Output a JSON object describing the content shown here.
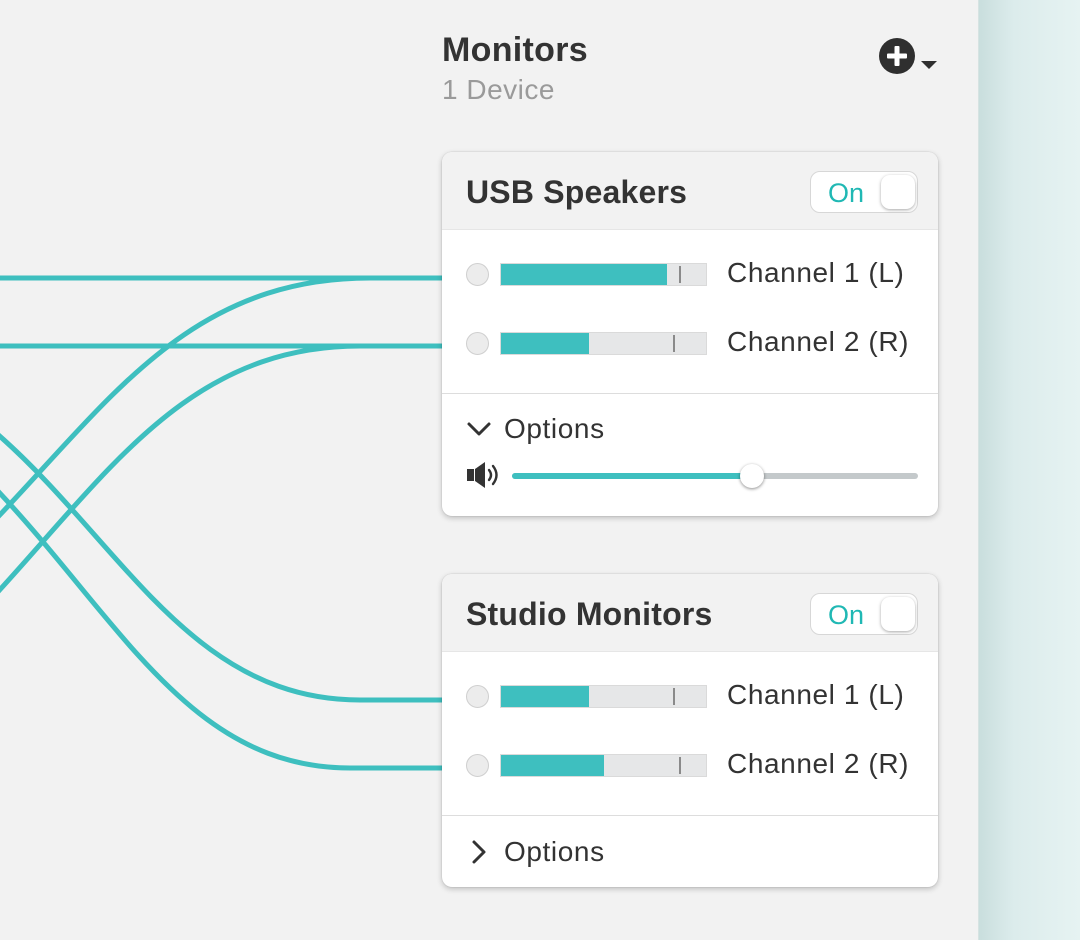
{
  "section": {
    "title": "Monitors",
    "subtitle": "1 Device"
  },
  "accent_color": "#3ebfbf",
  "toggle_on_color": "#20b8b4",
  "icons": {
    "add": "plus-circle-icon",
    "add_menu": "caret-down-icon",
    "speaker": "speaker-volume-icon",
    "expand": "chevron-icon"
  },
  "devices": [
    {
      "name": "USB Speakers",
      "toggle_label": "On",
      "channels": [
        {
          "label": "Channel 1 (L)",
          "level_pct": 81,
          "peak_pct": 87
        },
        {
          "label": "Channel 2 (R)",
          "level_pct": 43,
          "peak_pct": 84
        }
      ],
      "options_label": "Options",
      "options_expanded": true,
      "volume_pct": 59
    },
    {
      "name": "Studio Monitors",
      "toggle_label": "On",
      "channels": [
        {
          "label": "Channel 1 (L)",
          "level_pct": 43,
          "peak_pct": 84
        },
        {
          "label": "Channel 2 (R)",
          "level_pct": 50,
          "peak_pct": 87
        }
      ],
      "options_label": "Options",
      "options_expanded": false
    }
  ]
}
